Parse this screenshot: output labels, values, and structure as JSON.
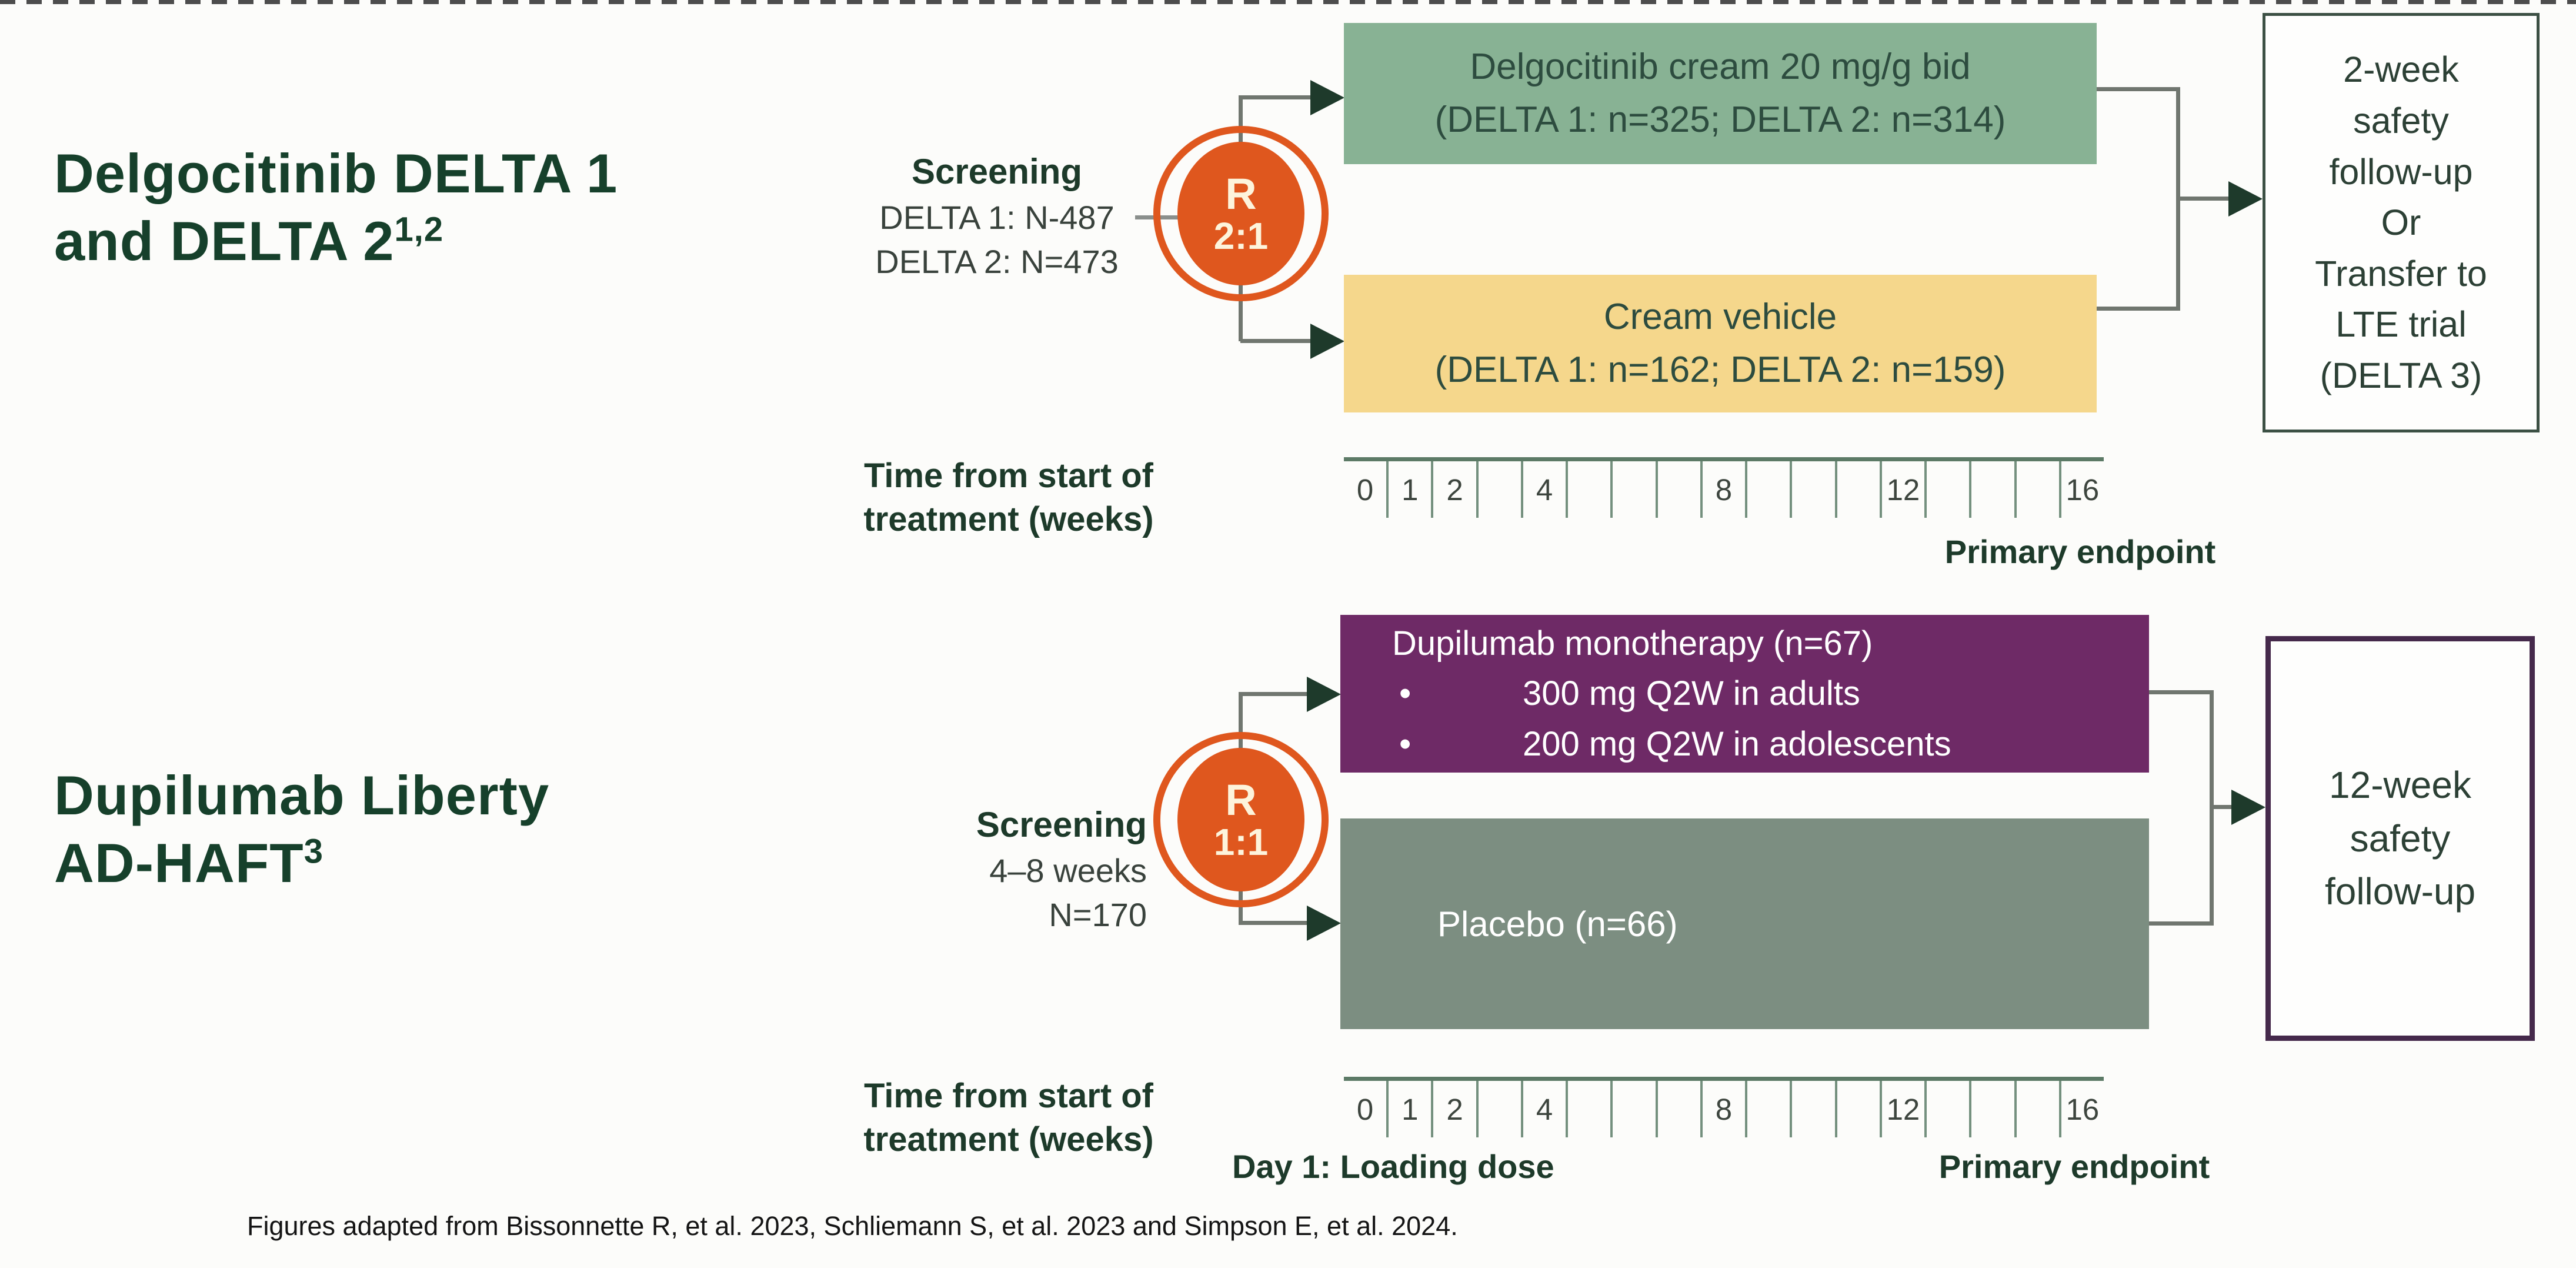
{
  "time_axis": {
    "weeks": [
      "0",
      "1",
      "2",
      "",
      "4",
      "",
      "",
      "",
      "8",
      "",
      "",
      "",
      "12",
      "",
      "",
      "",
      "16"
    ],
    "label_line1": "Time from start of",
    "label_line2": "treatment (weeks)"
  },
  "study1": {
    "title_line1": "Delgocitinib DELTA 1",
    "title_line2": "and DELTA 2",
    "title_superscript": "1,2",
    "screening": {
      "heading": "Screening",
      "line1": "DELTA 1: N-487",
      "line2": "DELTA 2: N=473"
    },
    "randomization": {
      "letter": "R",
      "ratio": "2:1"
    },
    "arms": [
      {
        "line1": "Delgocitinib cream 20 mg/g bid",
        "line2": "(DELTA 1: n=325; DELTA 2: n=314)",
        "fill": "#88b294"
      },
      {
        "line1": "Cream vehicle",
        "line2": "(DELTA 1: n=162; DELTA 2: n=159)",
        "fill": "#f5d78c"
      }
    ],
    "outcome_lines": [
      "2-week",
      "safety",
      "follow-up",
      "Or",
      "Transfer to",
      "LTE trial",
      "(DELTA 3)"
    ],
    "primary_endpoint": "Primary endpoint"
  },
  "study2": {
    "title_line1": "Dupilumab Liberty",
    "title_line2": "AD-HAFT",
    "title_superscript": "3",
    "screening": {
      "heading": "Screening",
      "line1": "4–8 weeks",
      "line2": "N=170"
    },
    "randomization": {
      "letter": "R",
      "ratio": "1:1"
    },
    "arm1": {
      "line1": "Dupilumab monotherapy (n=67)",
      "bullet_glyph": "•",
      "bullet1": "300 mg Q2W in adults",
      "bullet2": "200 mg Q2W in adolescents",
      "fill": "#6e2a66"
    },
    "arm2": {
      "label": "Placebo (n=66)",
      "fill": "#7c8e81"
    },
    "outcome_lines": [
      "12-week",
      "safety",
      "follow-up"
    ],
    "day1_label": "Day 1: Loading dose",
    "primary_endpoint": "Primary endpoint"
  },
  "footer": "Figures adapted from Bissonnette R, et al. 2023, Schliemann S, et al. 2023 and Simpson E, et al. 2024.",
  "colors": {
    "accent_green_box": "#88b294",
    "accent_yellow_box": "#f5d78c",
    "accent_purple_box": "#6e2a66",
    "accent_gray_box": "#7c8e81",
    "randomization_orange": "#df571e",
    "title_green": "#16402b"
  }
}
